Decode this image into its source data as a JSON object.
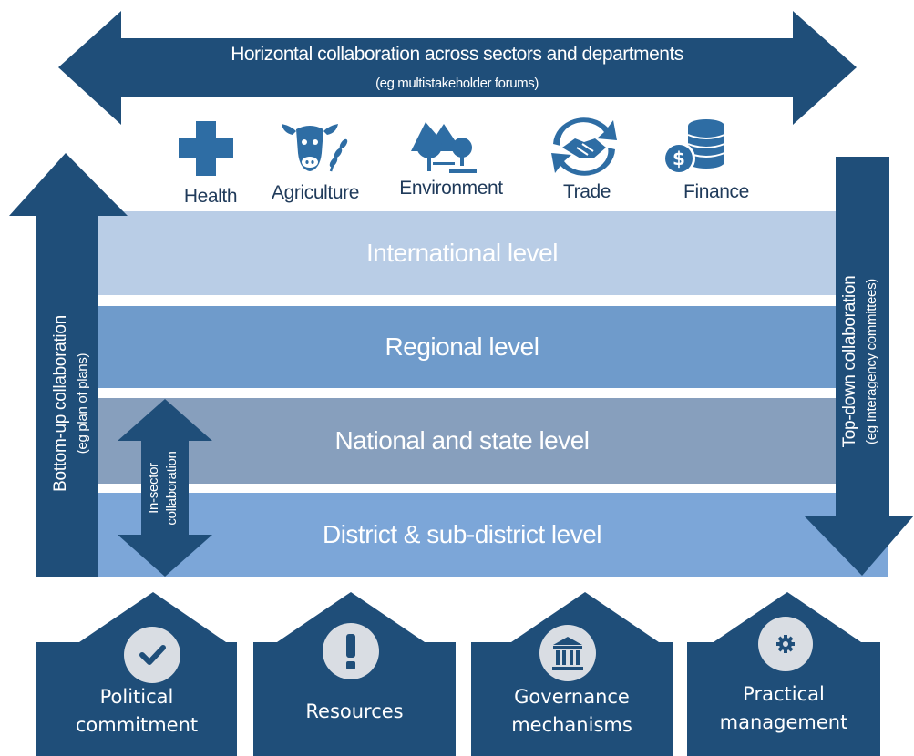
{
  "horizontal": {
    "title": "Horizontal collaboration across sectors and departments",
    "subtitle": "(eg multistakeholder forums)"
  },
  "sectors": [
    {
      "label": "Health",
      "icon": "health-cross-icon"
    },
    {
      "label": "Agriculture",
      "icon": "cow-wheat-icon"
    },
    {
      "label": "Environment",
      "icon": "tree-mountain-icon"
    },
    {
      "label": "Trade",
      "icon": "handshake-icon"
    },
    {
      "label": "Finance",
      "icon": "coins-dollar-icon"
    }
  ],
  "levels": [
    {
      "label": "International level",
      "color": "#b9cde6"
    },
    {
      "label": "Regional level",
      "color": "#6f9bcb"
    },
    {
      "label": "National and state level",
      "color": "#879fbd"
    },
    {
      "label": "District & sub-district level",
      "color": "#7ca6d8"
    }
  ],
  "bottom_up": {
    "title": "Bottom-up collaboration",
    "subtitle": "(eg plan of plans)"
  },
  "top_down": {
    "title": "Top-down collaboration",
    "subtitle": "(eg Interagency committees)"
  },
  "in_sector": {
    "line1": "In-sector",
    "line2": "collaboration"
  },
  "pillars": [
    {
      "line1": "Political",
      "line2": "commitment",
      "icon": "checkmark-icon"
    },
    {
      "line1": "Resources",
      "line2": "",
      "icon": "exclamation-icon"
    },
    {
      "line1": "Governance",
      "line2": "mechanisms",
      "icon": "institution-building-icon"
    },
    {
      "line1": "Practical",
      "line2": "management",
      "icon": "gear-icon"
    }
  ],
  "colors": {
    "dark_navy": "#1f4e79",
    "icon_blue": "#2e6da4",
    "badge_grey": "#d9dde3"
  }
}
